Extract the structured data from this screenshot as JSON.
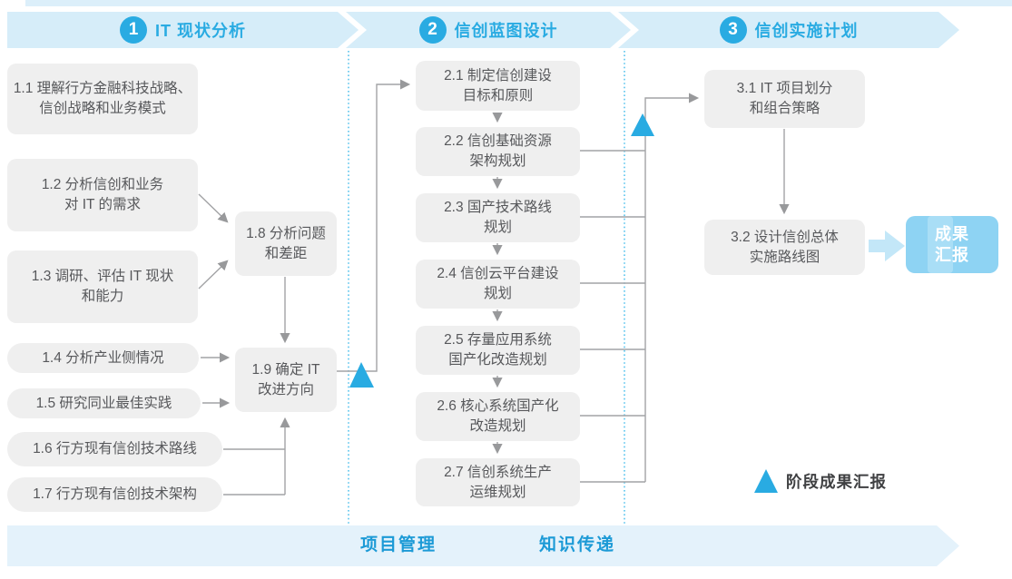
{
  "phases": {
    "p1": {
      "number": "1",
      "title": "IT 现状分析"
    },
    "p2": {
      "number": "2",
      "title": "信创蓝图设计"
    },
    "p3": {
      "number": "3",
      "title": "信创实施计划"
    }
  },
  "boxes": {
    "b1_1": "1.1 理解行方金融科技战略、\n信创战略和业务模式",
    "b1_2": "1.2 分析信创和业务\n对 IT 的需求",
    "b1_3": "1.3 调研、评估 IT 现状\n和能力",
    "b1_4": "1.4 分析产业侧情况",
    "b1_5": "1.5 研究同业最佳实践",
    "b1_6": "1.6 行方现有信创技术路线",
    "b1_7": "1.7 行方现有信创技术架构",
    "b1_8": "1.8 分析问题\n和差距",
    "b1_9": "1.9 确定 IT\n改进方向",
    "b2_1": "2.1 制定信创建设\n目标和原则",
    "b2_2": "2.2 信创基础资源\n架构规划",
    "b2_3": "2.3 国产技术路线\n规划",
    "b2_4": "2.4 信创云平台建设\n规划",
    "b2_5": "2.5 存量应用系统\n国产化改造规划",
    "b2_6": "2.6 核心系统国产化\n改造规划",
    "b2_7": "2.7 信创系统生产\n运维规划",
    "b3_1": "3.1 IT 项目划分\n和组合策略",
    "b3_2": "3.2 设计信创总体\n实施路线图"
  },
  "output_box": "成果\n汇报",
  "legend": {
    "triangle_icon": "milestone-triangle",
    "label": "阶段成果汇报"
  },
  "footer": {
    "left": "项目管理",
    "right": "知识传递"
  },
  "colors": {
    "accent_blue": "#29abe2",
    "band_fill": "#d6edf9",
    "footer_band_fill": "#e4f2fb",
    "footer_text": "#1c9ad6",
    "box_fill": "#efefef",
    "box_text": "#57585b",
    "connector_gray": "#a2a3a5",
    "dashed_divider": "#40bbeb",
    "output_fill": "#8ed3f3",
    "thick_arrow_fill": "#c3e7f8"
  }
}
